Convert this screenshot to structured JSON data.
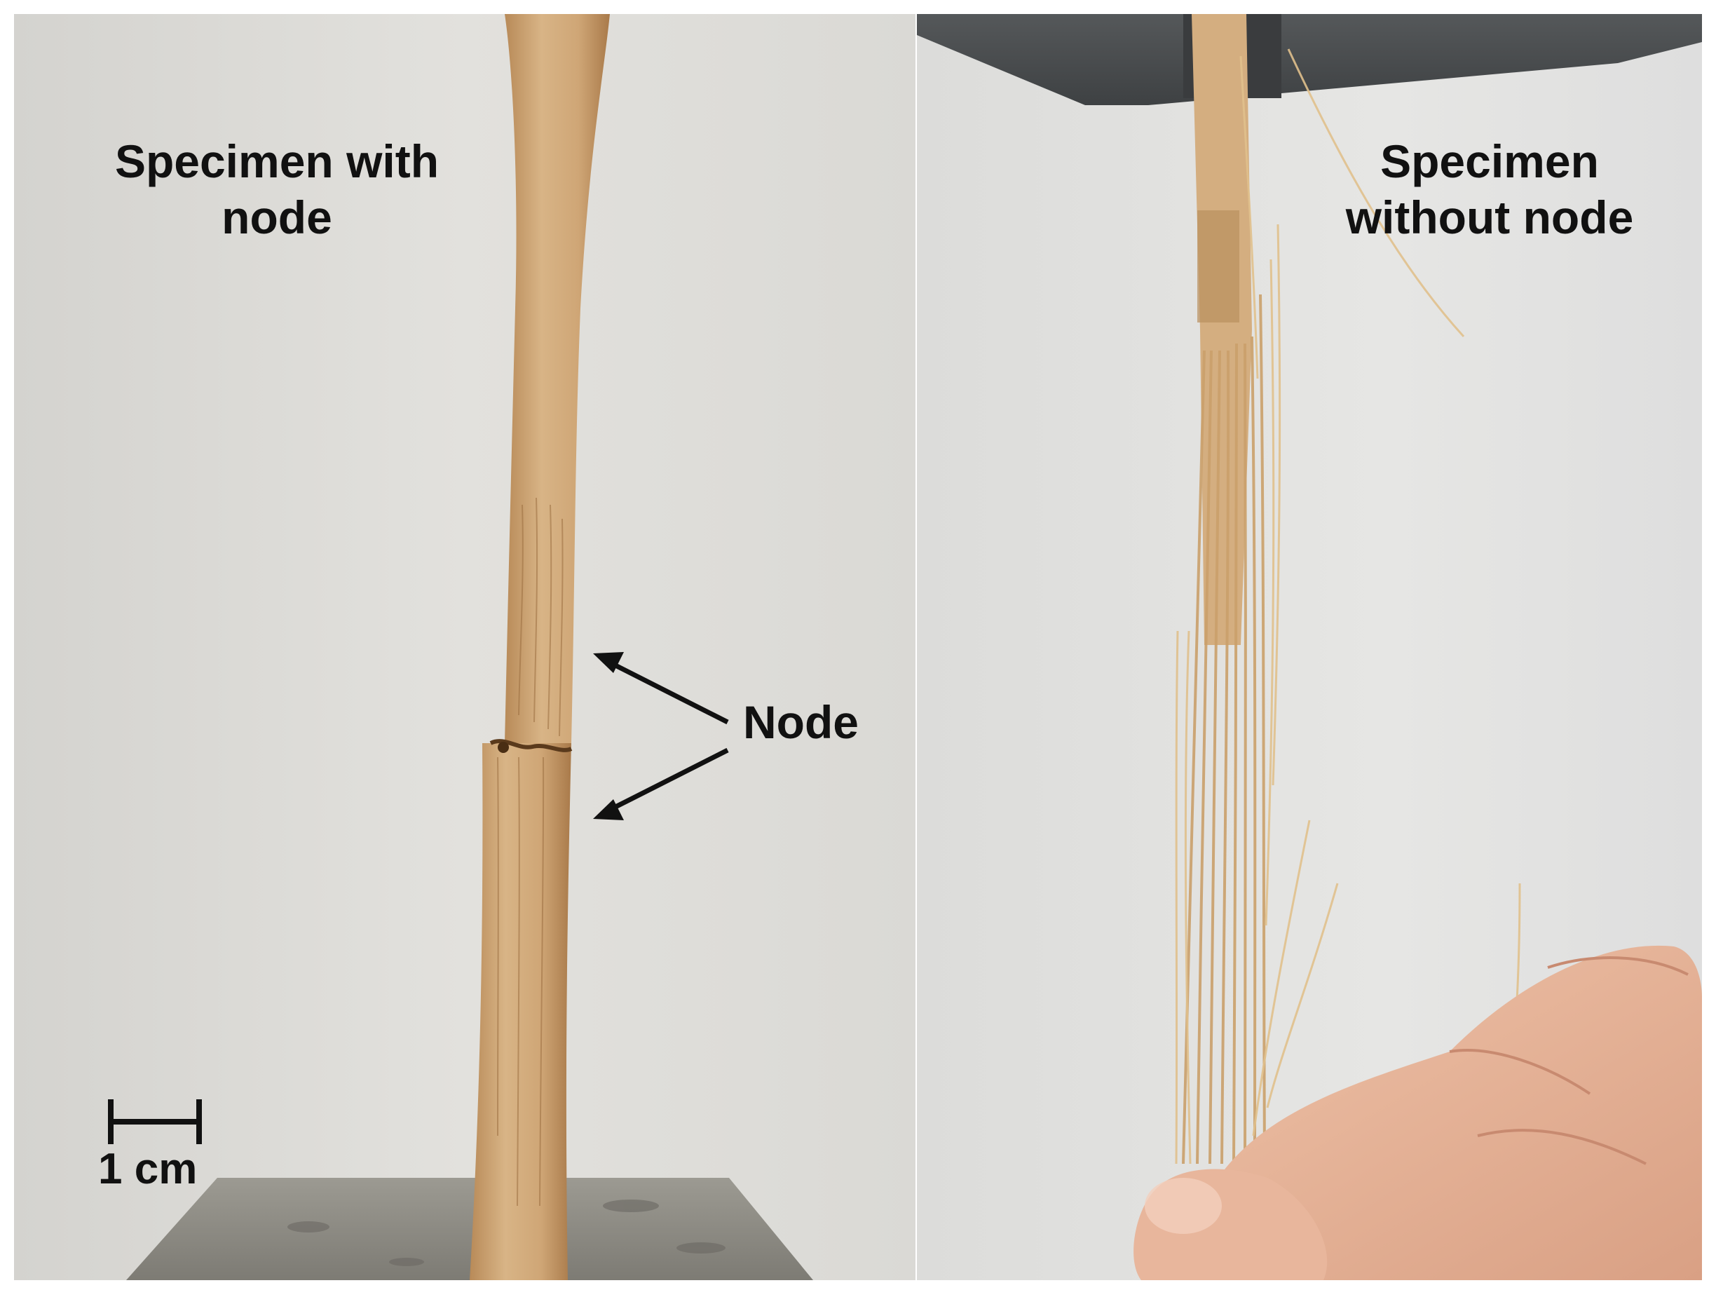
{
  "figure": {
    "panels": [
      {
        "id": "left",
        "title_line1": "Specimen with",
        "title_line2": "node",
        "annotation": "Node",
        "scale_bar": "1 cm"
      },
      {
        "id": "right",
        "title_line1": "Specimen",
        "title_line2": "without node"
      }
    ]
  },
  "colors": {
    "background_wall": "#dcdcd8",
    "bamboo": "#d2aa78",
    "text": "#111111",
    "grip": "#4a4d4f",
    "skin": "#e7b49a"
  }
}
